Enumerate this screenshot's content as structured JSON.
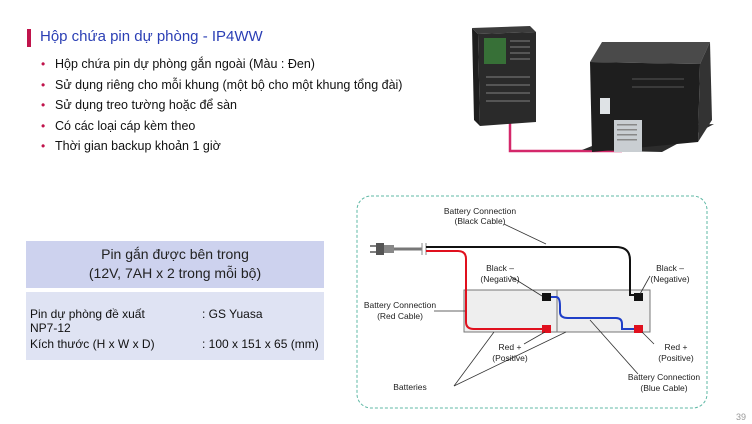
{
  "header": {
    "title": "Hộp chứa pin dự phòng - IP4WW"
  },
  "bullets": [
    "Hộp chứa pin dự phòng gắn ngoài (Màu : Đen)",
    "Sử dụng riêng cho mỗi khung (một bộ cho một khung tổng đài)",
    "Sử dụng treo tường hoặc để sàn",
    "Có các loại cáp kèm theo",
    "Thời gian backup khoản 1 giờ"
  ],
  "bullet_symbol": "•",
  "info_box": {
    "line1": "Pin gắn được bên trong",
    "line2": "(12V, 7AH x 2 trong mỗi bộ)"
  },
  "specs": {
    "battery_label": "Pin dự phòng đề xuất",
    "battery_value": ": GS Yuasa",
    "battery_model": "NP7-12",
    "size_label": "Kích thước (H x W x D)",
    "size_value": ": 100 x 151 x 65 (mm)"
  },
  "diagram": {
    "battery_connection_black": "Battery Connection",
    "battery_connection_black_sub": "(Black Cable)",
    "black_negative_left": "Black –",
    "black_negative_left_sub": "(Negative)",
    "black_negative_right": "Black –",
    "black_negative_right_sub": "(Negative)",
    "battery_connection_red": "Battery Connection",
    "battery_connection_red_sub": "(Red Cable)",
    "red_positive_left": "Red +",
    "red_positive_left_sub": "(Positive)",
    "red_positive_right": "Red +",
    "red_positive_right_sub": "(Positive)",
    "batteries": "Batteries",
    "battery_connection_blue": "Battery Connection",
    "battery_connection_blue_sub": "(Blue Cable)"
  },
  "colors": {
    "accent": "#c0144c",
    "title": "#2b3fb5",
    "box_dark": "#cdd2ee",
    "box_light": "#dfe3f3",
    "frame": "#5fb8a5",
    "red_cable": "#e0101e",
    "blue_cable": "#1f3fc8",
    "pink_cable": "#d4286a"
  },
  "page_number": "39"
}
